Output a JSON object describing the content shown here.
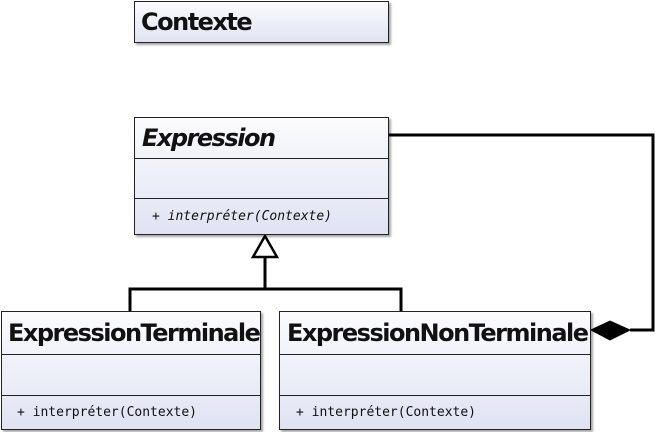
{
  "classes": {
    "contexte": {
      "name": "Contexte"
    },
    "expression": {
      "name": "Expression",
      "abstract": true,
      "operations": [
        "+ interpréter(Contexte)"
      ]
    },
    "terminale": {
      "name": "ExpressionTerminale",
      "operations": [
        "+ interpréter(Contexte)"
      ]
    },
    "nonterminale": {
      "name": "ExpressionNonTerminale",
      "operations": [
        "+ interpréter(Contexte)"
      ]
    }
  },
  "relationships": [
    {
      "type": "generalization",
      "from": "terminale",
      "to": "expression"
    },
    {
      "type": "generalization",
      "from": "nonterminale",
      "to": "expression"
    },
    {
      "type": "composition",
      "whole": "nonterminale",
      "part": "expression"
    }
  ]
}
